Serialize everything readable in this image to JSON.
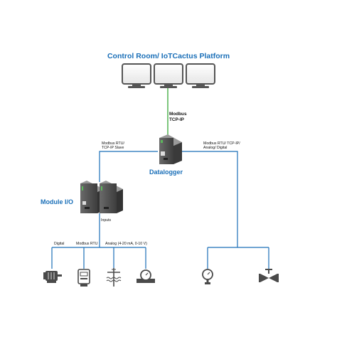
{
  "platform": {
    "title": "Control Room/ IoTCactus Platform"
  },
  "links": {
    "uplink_line1": "Modbus",
    "uplink_line2": "TCP-IP",
    "left_line1": "Modbus RTU/",
    "left_line2": "TCP-IP Slave",
    "right_line1": "Modbus RTU/ TCP-IP/",
    "right_line2": "Analog/ Digital"
  },
  "datalogger": {
    "label": "Datalogger"
  },
  "module_io": {
    "label": "Module I/O",
    "inputs_label": "Inputs"
  },
  "inputs": {
    "digital": "Digital",
    "modbus_rtu": "Modbus RTU",
    "analog": "Analog (4-20 mA, 0-10 V)"
  },
  "icons": {
    "monitors": [
      "monitor-icon",
      "monitor-icon",
      "monitor-icon"
    ],
    "devices": [
      "motor-icon",
      "energy-meter-icon",
      "level-sensor-icon",
      "flow-meter-icon",
      "pressure-gauge-icon",
      "valve-icon"
    ]
  },
  "colors": {
    "accent": "#1a6fb8",
    "uplink": "#5cb85c",
    "line": "#1a6fb8"
  }
}
